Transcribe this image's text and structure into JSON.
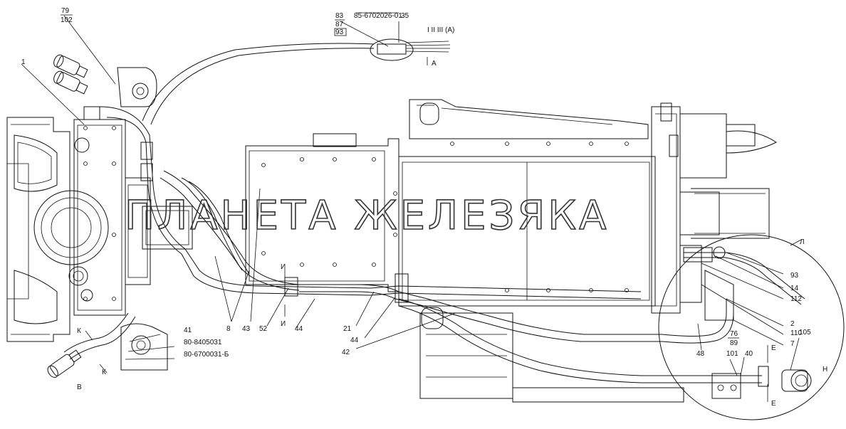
{
  "watermark": "ПЛАНЕТА ЖЕЛЕЗЯКА",
  "callouts": {
    "c79": "79",
    "c102": "102",
    "c1": "1",
    "c83": "83",
    "c87": "87",
    "c93t": "93",
    "c85part": "85-6702026-01",
    "c35": "35",
    "roman": "I II III (A)",
    "viewA": "A",
    "c41": "41",
    "p80a": "80-8405031",
    "p80b": "80-6700031-Б",
    "secK1": "К",
    "secK2": "К",
    "viewB": "B",
    "c8": "8",
    "c43": "43",
    "c52": "52",
    "c44a": "44",
    "c44b": "44",
    "secI1": "И",
    "secI2": "И",
    "c21": "21",
    "c42": "42",
    "zoneL": "Л",
    "c93": "93",
    "c14": "14",
    "c112": "112",
    "c2": "2",
    "c110": "110",
    "c7": "7",
    "c48": "48",
    "c76": "76",
    "c89": "89",
    "c101": "101",
    "c40": "40",
    "c105": "105",
    "secE1": "Е",
    "secE2": "Е",
    "viewH": "Н"
  }
}
